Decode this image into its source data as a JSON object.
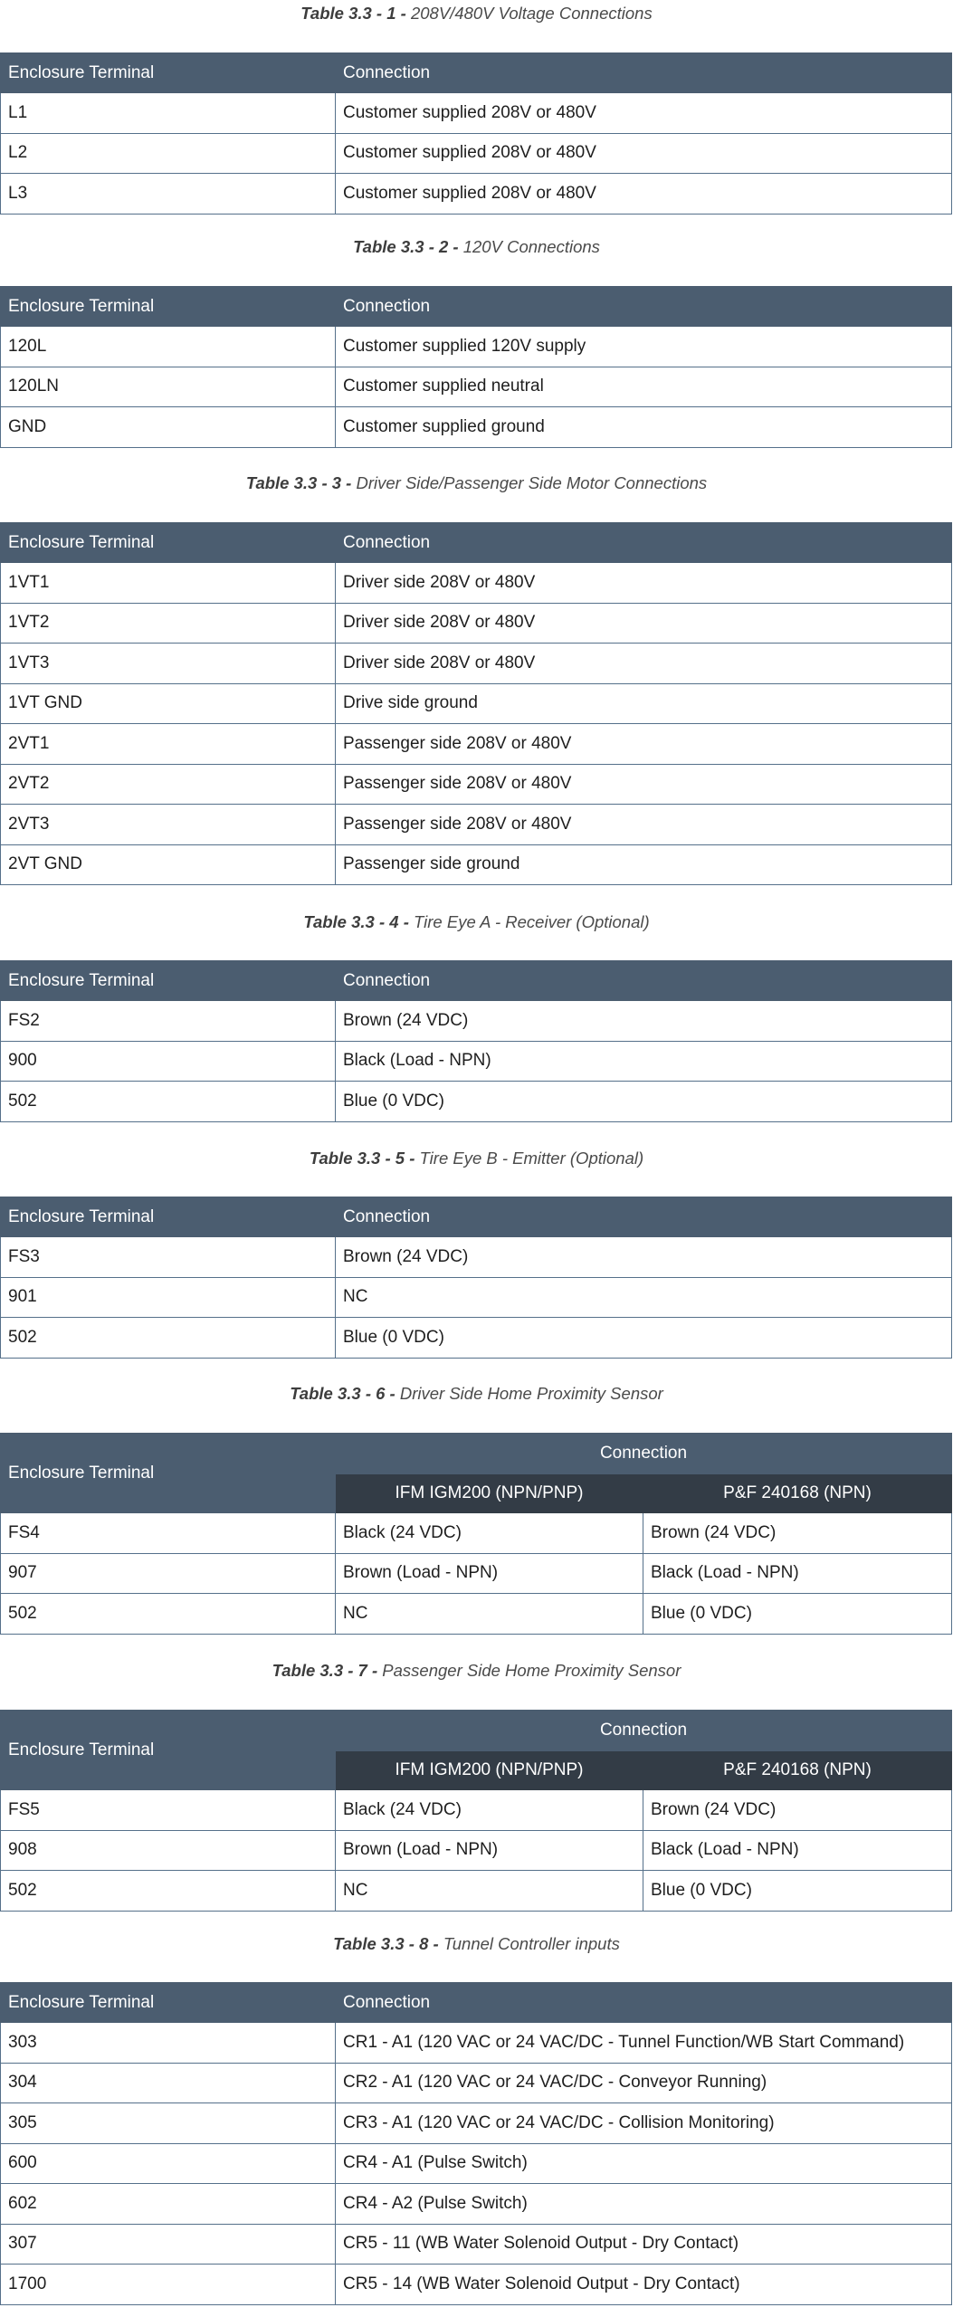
{
  "tables": [
    {
      "num": "Table 3.3 - 1 -",
      "title": "208V/480V Voltage Connections",
      "headers": [
        "Enclosure Terminal",
        "Connection"
      ],
      "rows": [
        [
          "L1",
          "Customer supplied 208V or 480V"
        ],
        [
          "L2",
          "Customer supplied 208V or 480V"
        ],
        [
          "L3",
          "Customer supplied 208V or 480V"
        ]
      ]
    },
    {
      "num": "Table 3.3 - 2 -",
      "title": "120V Connections",
      "headers": [
        "Enclosure Terminal",
        "Connection"
      ],
      "rows": [
        [
          "120L",
          "Customer supplied 120V supply"
        ],
        [
          "120LN",
          "Customer supplied neutral"
        ],
        [
          "GND",
          "Customer supplied ground"
        ]
      ]
    },
    {
      "num": "Table 3.3 - 3 -",
      "title": "Driver Side/Passenger Side Motor Connections",
      "headers": [
        "Enclosure Terminal",
        "Connection"
      ],
      "rows": [
        [
          "1VT1",
          "Driver side 208V or 480V"
        ],
        [
          "1VT2",
          "Driver side 208V or 480V"
        ],
        [
          "1VT3",
          "Driver side 208V or 480V"
        ],
        [
          "1VT GND",
          "Drive side ground"
        ],
        [
          "2VT1",
          "Passenger side 208V or 480V"
        ],
        [
          "2VT2",
          "Passenger side 208V or 480V"
        ],
        [
          "2VT3",
          "Passenger side 208V or 480V"
        ],
        [
          "2VT GND",
          "Passenger side ground"
        ]
      ]
    },
    {
      "num": "Table 3.3 - 4 -",
      "title": "Tire Eye A - Receiver (Optional)",
      "headers": [
        "Enclosure Terminal",
        "Connection"
      ],
      "rows": [
        [
          "FS2",
          "Brown (24 VDC)"
        ],
        [
          "900",
          "Black (Load - NPN)"
        ],
        [
          "502",
          "Blue (0 VDC)"
        ]
      ]
    },
    {
      "num": "Table 3.3 - 5 -",
      "title": "Tire Eye B - Emitter (Optional)",
      "headers": [
        "Enclosure Terminal",
        "Connection"
      ],
      "rows": [
        [
          "FS3",
          "Brown (24 VDC)"
        ],
        [
          "901",
          "NC"
        ],
        [
          "502",
          "Blue (0 VDC)"
        ]
      ]
    },
    {
      "num": "Table 3.3 - 6 -",
      "title": "Driver Side Home Proximity Sensor",
      "headers": [
        "Enclosure Terminal",
        "Connection"
      ],
      "subheaders": [
        "IFM IGM200 (NPN/PNP)",
        "P&F 240168 (NPN)"
      ],
      "rows": [
        [
          "FS4",
          "Black (24 VDC)",
          "Brown (24 VDC)"
        ],
        [
          "907",
          "Brown (Load - NPN)",
          "Black (Load - NPN)"
        ],
        [
          "502",
          "NC",
          "Blue (0 VDC)"
        ]
      ]
    },
    {
      "num": "Table 3.3 - 7 -",
      "title": "Passenger Side Home Proximity Sensor",
      "headers": [
        "Enclosure Terminal",
        "Connection"
      ],
      "subheaders": [
        "IFM IGM200 (NPN/PNP)",
        "P&F 240168 (NPN)"
      ],
      "rows": [
        [
          "FS5",
          "Black (24 VDC)",
          "Brown (24 VDC)"
        ],
        [
          "908",
          "Brown (Load - NPN)",
          "Black (Load - NPN)"
        ],
        [
          "502",
          "NC",
          "Blue (0 VDC)"
        ]
      ]
    },
    {
      "num": "Table 3.3 - 8 -",
      "title": "Tunnel Controller inputs",
      "headers": [
        "Enclosure Terminal",
        "Connection"
      ],
      "rows": [
        [
          "303",
          "CR1 - A1 (120 VAC or 24 VAC/DC - Tunnel Function/WB Start Command)"
        ],
        [
          "304",
          "CR2 - A1 (120 VAC or 24 VAC/DC - Conveyor Running)"
        ],
        [
          "305",
          "CR3 - A1 (120 VAC or 24 VAC/DC - Collision Monitoring)"
        ],
        [
          "600",
          "CR4 - A1 (Pulse Switch)"
        ],
        [
          "602",
          "CR4 - A2 (Pulse Switch)"
        ],
        [
          "307",
          "CR5 - 11 (WB Water Solenoid Output - Dry Contact)"
        ],
        [
          "1700",
          "CR5 - 14 (WB Water Solenoid Output - Dry Contact)"
        ]
      ]
    }
  ]
}
